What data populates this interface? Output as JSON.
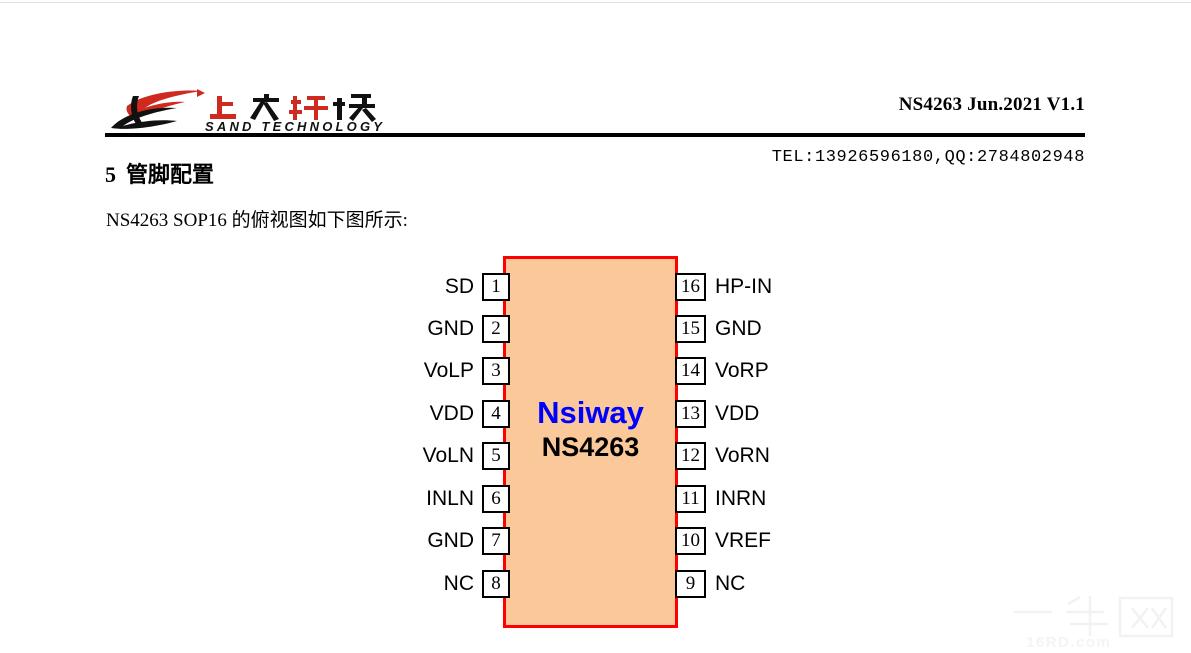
{
  "header": {
    "logo_cn": "上大科技",
    "logo_en": "SAND TECHNOLOGY",
    "doc_ref": "NS4263 Jun.2021 V1.1",
    "contact": "TEL:13926596180,QQ:2784802948"
  },
  "section": {
    "number": "5",
    "title": "管脚配置",
    "intro": "NS4263 SOP16 的俯视图如下图所示:"
  },
  "chip": {
    "brand": "Nsiway",
    "part": "NS4263",
    "body_color": "#fbc89a",
    "border_color": "#ff0000",
    "brand_color": "#0000ff",
    "part_color": "#000000",
    "left_pins": [
      {
        "number": "1",
        "label": "SD"
      },
      {
        "number": "2",
        "label": "GND"
      },
      {
        "number": "3",
        "label": "VoLP"
      },
      {
        "number": "4",
        "label": "VDD"
      },
      {
        "number": "5",
        "label": "VoLN"
      },
      {
        "number": "6",
        "label": "INLN"
      },
      {
        "number": "7",
        "label": "GND"
      },
      {
        "number": "8",
        "label": "NC"
      }
    ],
    "right_pins": [
      {
        "number": "16",
        "label": "HP-IN"
      },
      {
        "number": "15",
        "label": "GND"
      },
      {
        "number": "14",
        "label": "VoRP"
      },
      {
        "number": "13",
        "label": "VDD"
      },
      {
        "number": "12",
        "label": "VoRN"
      },
      {
        "number": "11",
        "label": "INRN"
      },
      {
        "number": "10",
        "label": "VREF"
      },
      {
        "number": "9",
        "label": "NC"
      }
    ]
  },
  "watermark": {
    "cn": "一牛网",
    "en": "16RD.com"
  }
}
